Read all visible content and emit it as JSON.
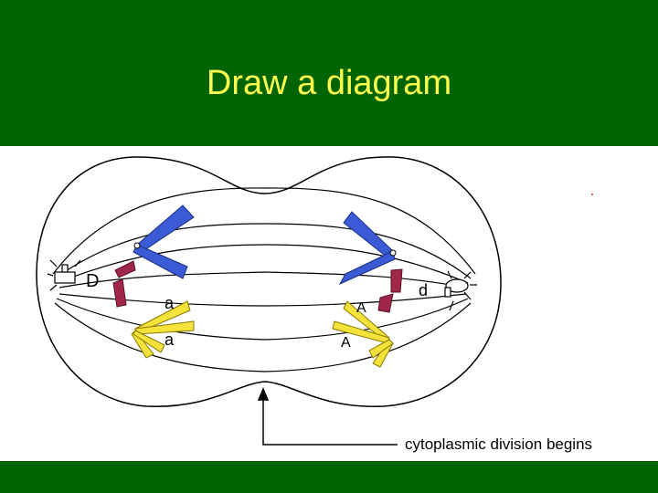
{
  "slide": {
    "title": "Draw a diagram",
    "header_color": "#006400",
    "title_color": "#ffff4d"
  },
  "diagram": {
    "caption": "cytoplasmic division begins",
    "allele_labels": {
      "left_upper": "D",
      "left_middle": "a",
      "left_lower": "a",
      "right_upper": "d",
      "right_middle": "A",
      "right_lower": "A"
    },
    "chromosome_colors": {
      "large": "#3b5bd6",
      "medium": "#a0264a",
      "small": "#f5e23a"
    }
  }
}
